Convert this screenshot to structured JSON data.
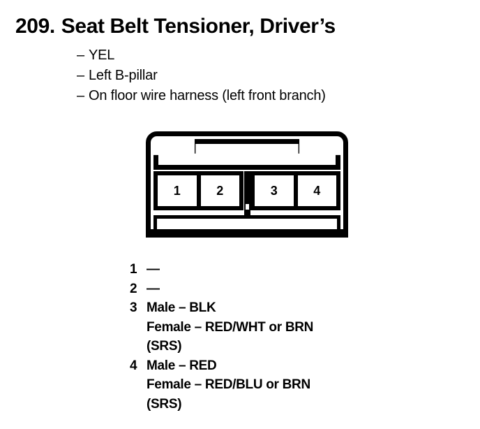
{
  "header": {
    "number": "209.",
    "title": "Seat Belt Tensioner, Driver’s",
    "dash": "–",
    "sublines": [
      "YEL",
      "Left B-pillar",
      "On floor wire harness (left front branch)"
    ]
  },
  "connector": {
    "name": "4-pin connector face view",
    "pins": [
      "1",
      "2",
      "3",
      "4"
    ],
    "left_group": [
      "1",
      "2"
    ],
    "right_group": [
      "3",
      "4"
    ]
  },
  "legend": {
    "rows": [
      {
        "pin": "1",
        "lines": [
          "—"
        ]
      },
      {
        "pin": "2",
        "lines": [
          "—"
        ]
      },
      {
        "pin": "3",
        "lines": [
          "Male – BLK",
          "Female – RED/WHT or BRN",
          "(SRS)"
        ]
      },
      {
        "pin": "4",
        "lines": [
          "Male – RED",
          "Female – RED/BLU or BRN",
          "(SRS)"
        ]
      }
    ]
  },
  "colors": {
    "ink": "#000000",
    "paper": "#ffffff"
  }
}
